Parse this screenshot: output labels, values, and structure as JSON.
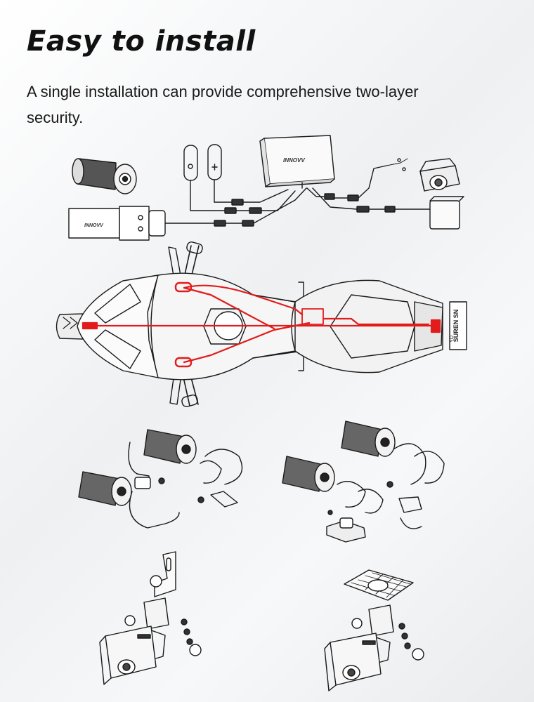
{
  "title": "Easy to install",
  "subtitle": "A single installation can provide comprehensive two-layer security.",
  "brand": "INNOVV",
  "tail_text": "SUREN SN",
  "tail_text_small": "YO",
  "colors": {
    "wiring": "#e21b1b",
    "line": "#1a1a1a",
    "background": "#f1f2f3"
  }
}
